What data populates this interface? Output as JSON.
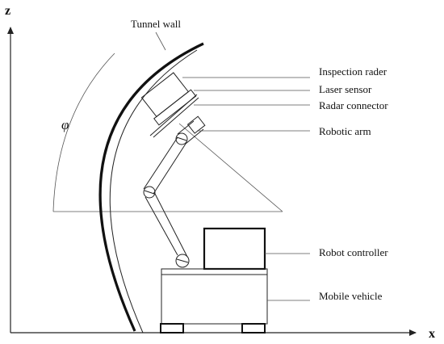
{
  "axes": {
    "z_label": "z",
    "x_label": "x"
  },
  "angle_label": "φ",
  "labels": {
    "tunnel_wall": "Tunnel wall",
    "inspection_radar": "Inspection rader",
    "laser_sensor": "Laser sensor",
    "radar_connector": "Radar connector",
    "robotic_arm": "Robotic arm",
    "robot_controller": "Robot controller",
    "mobile_vehicle": "Mobile vehicle"
  }
}
